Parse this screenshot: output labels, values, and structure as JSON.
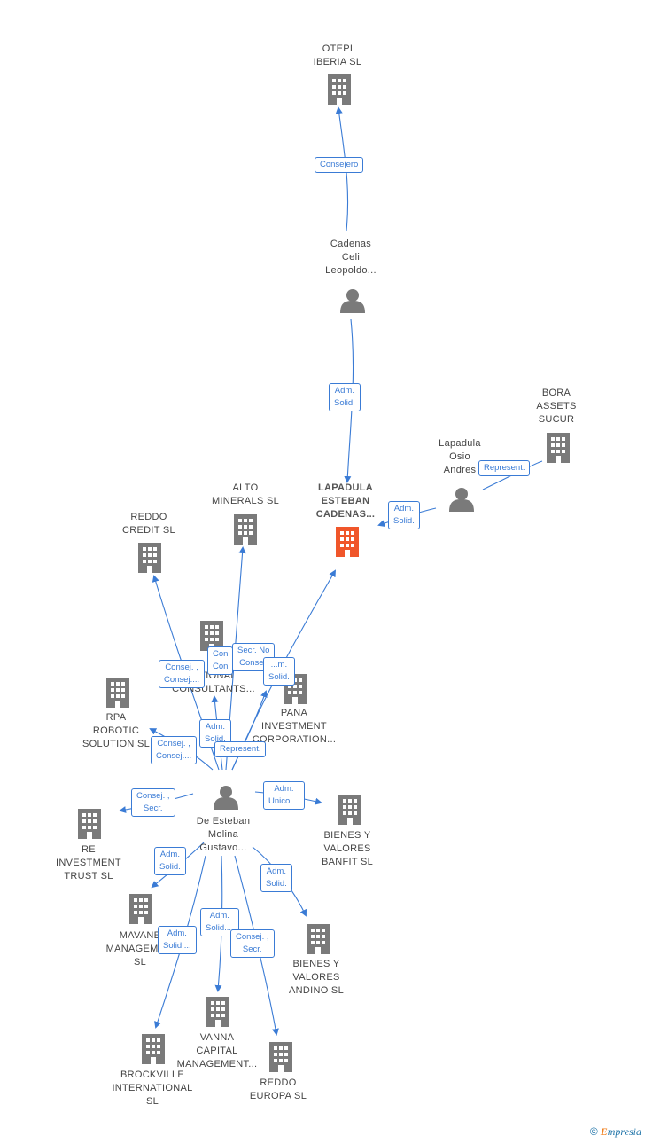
{
  "nodes": {
    "otepi": {
      "label": "OTEPI\nIBERIA SL"
    },
    "cadenas_celi": {
      "label": "Cadenas\nCeli\nLeopoldo..."
    },
    "bora": {
      "label": "BORA\nASSETS\nSUCUR"
    },
    "lapadula_osio": {
      "label": "Lapadula\nOsio\nAndres"
    },
    "lapadula_esteban": {
      "label": "LAPADULA\nESTEBAN\nCADENAS..."
    },
    "alto": {
      "label": "ALTO\nMINERALS  SL"
    },
    "reddo_credit": {
      "label": "REDDO\nCREDIT  SL"
    },
    "national": {
      "label": "...TIONAL\nCONSULTANTS..."
    },
    "rpa": {
      "label": "RPA\nROBOTIC\nSOLUTION  SL"
    },
    "pana": {
      "label": "PANA\nINVESTMENT\nCORPORATION..."
    },
    "de_esteban": {
      "label": "De Esteban\nMolina\nGustavo..."
    },
    "bienes_banfit": {
      "label": "BIENES Y\nVALORES\nBANFIT  SL"
    },
    "re_investment": {
      "label": "RE\nINVESTMENT\nTRUST  SL"
    },
    "mavane": {
      "label": "MAVANE\nMANAGEME...\nSL"
    },
    "bienes_andino": {
      "label": "BIENES Y\nVALORES\nANDINO  SL"
    },
    "brockville": {
      "label": "BROCKVILLE\nINTERNATIONAL\nSL"
    },
    "vanna": {
      "label": "VANNA\nCAPITAL\nMANAGEMENT..."
    },
    "reddo_europa": {
      "label": "REDDO\nEUROPA  SL"
    }
  },
  "edge_labels": {
    "consejero": "Consejero",
    "adm_solid_1": "Adm.\nSolid.",
    "represent_1": "Represent.",
    "adm_solid_2": "Adm.\nSolid.",
    "consej_consej_1": "Consej. ,\nConsej....",
    "consej_hidden": "Con\nCon",
    "secr_no_consej": "Secr.  No\nConsej.",
    "adm_solid_hidden": "...m.\nSolid.",
    "adm_solid_3": "Adm.\nSolid.",
    "represent_2": "Represent.",
    "consej_consej_2": "Consej. ,\nConsej....",
    "consej_secr_1": "Consej. ,\nSecr.",
    "adm_unico": "Adm.\nUnico,...",
    "adm_solid_4": "Adm.\nSolid.",
    "adm_solid_5": "Adm.\nSolid.",
    "adm_solid_6": "Adm.\nSolid....",
    "adm_solid_7": "Adm.\nSolid....",
    "consej_secr_2": "Consej. ,\nSecr."
  },
  "colors": {
    "edge": "#3a7bd5",
    "icon": "#7a7a7a",
    "highlight": "#f0562a"
  },
  "brand": {
    "copyright": "©",
    "name_first": "E",
    "name_rest": "mpresia"
  }
}
